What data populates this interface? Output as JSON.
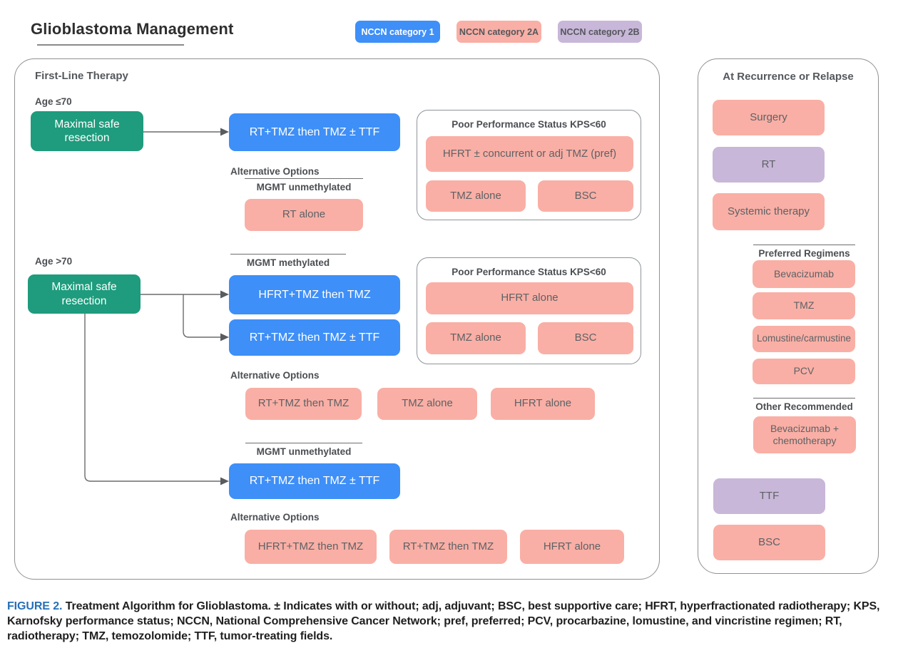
{
  "header": {
    "title": "Glioblastoma Management"
  },
  "legend": {
    "category1": {
      "label": "NCCN category 1",
      "color": "#3E8FF7"
    },
    "category2a": {
      "label": "NCCN category 2A",
      "color": "#F9AFA5"
    },
    "category2b": {
      "label": "NCCN category 2B",
      "color": "#C8B7D8"
    }
  },
  "first_line": {
    "title": "First-Line Therapy",
    "age_le70": {
      "label": "Age ≤70",
      "resection": "Maximal safe resection",
      "primary_treatment": "RT+TMZ then TMZ ± TTF",
      "alternative_title": "Alternative Options",
      "mgmt_label": "MGMT unmethylated",
      "alternative_option": "RT alone",
      "poor_performance": {
        "title": "Poor Performance Status KPS<60",
        "preferred": "HFRT ± concurrent or adj TMZ (pref)",
        "options": [
          "TMZ alone",
          "BSC"
        ]
      }
    },
    "age_gt70": {
      "label": "Age >70",
      "resection": "Maximal safe resection",
      "mgmt_methylated": {
        "label": "MGMT methylated",
        "treatments": [
          "HFRT+TMZ then TMZ",
          "RT+TMZ then TMZ ± TTF"
        ],
        "alternative_title": "Alternative Options",
        "alternatives": [
          "RT+TMZ then TMZ",
          "TMZ alone",
          "HFRT alone"
        ]
      },
      "poor_performance": {
        "title": "Poor Performance Status KPS<60",
        "preferred": "HFRT alone",
        "options": [
          "TMZ alone",
          "BSC"
        ]
      },
      "mgmt_unmethylated": {
        "label": "MGMT unmethylated",
        "treatment": "RT+TMZ then TMZ ± TTF",
        "alternative_title": "Alternative Options",
        "alternatives": [
          "HFRT+TMZ then TMZ",
          "RT+TMZ then TMZ",
          "HFRT alone"
        ]
      }
    }
  },
  "recurrence": {
    "title": "At Recurrence or Relapse",
    "options": [
      "Surgery",
      "RT",
      "Systemic therapy"
    ],
    "preferred_regimens": {
      "title": "Preferred Regimens",
      "items": [
        "Bevacizumab",
        "TMZ",
        "Lomustine/carmustine",
        "PCV"
      ]
    },
    "other_recommended": {
      "title": "Other Recommended",
      "items": [
        "Bevacizumab + chemotherapy"
      ]
    },
    "ttf": "TTF",
    "bsc": "BSC"
  },
  "caption": {
    "figure_label": "FIGURE 2.",
    "text": "Treatment Algorithm for Glioblastoma. ± Indicates with or without; adj, adjuvant; BSC, best supportive care; HFRT, hyperfractionated radiotherapy; KPS, Karnofsky performance status; NCCN, National Comprehensive Cancer Network; pref, preferred; PCV, procarbazine, lomustine, and vincristine regimen; RT, radiotherapy; TMZ, temozolomide; TTF, tumor-treating fields."
  },
  "colors": {
    "nccn_category_1": "#3E8FF7",
    "nccn_category_2a": "#F9AFA5",
    "nccn_category_2b": "#C8B7D8",
    "resection_node_green": "#1E9C7D",
    "figure_label_blue": "#2570B8",
    "connector_gray": "#6B6B6B"
  }
}
